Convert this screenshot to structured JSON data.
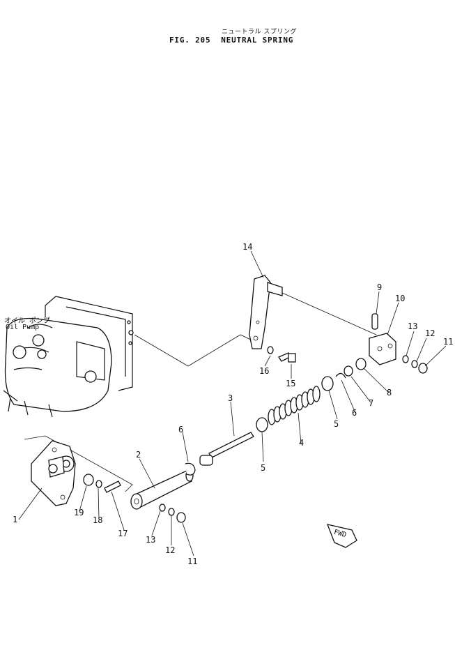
{
  "title": {
    "japanese": "ニュートラル スプリング",
    "figure": "FIG. 205",
    "name": "NEUTRAL SPRING"
  },
  "labels": {
    "oil_pump_jp": "オイル ポンプ",
    "oil_pump": "Oil Pump",
    "fwd": "FWD"
  },
  "callouts": {
    "c1": "1",
    "c2": "2",
    "c3": "3",
    "c4": "4",
    "c5": "5",
    "c6": "6",
    "c7": "7",
    "c8": "8",
    "c9": "9",
    "c10": "10",
    "c11": "11",
    "c12": "12",
    "c13": "13",
    "c14": "14",
    "c15": "15",
    "c16": "16",
    "c17": "17",
    "c18": "18",
    "c19": "19"
  }
}
